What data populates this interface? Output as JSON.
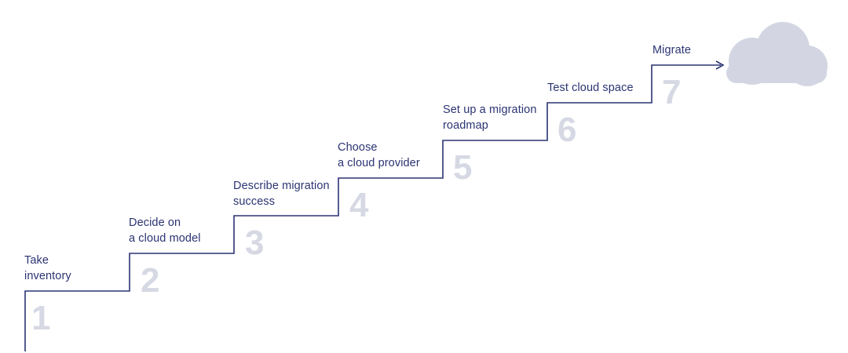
{
  "steps": [
    {
      "number": "1",
      "lines": [
        "Take",
        "inventory"
      ]
    },
    {
      "number": "2",
      "lines": [
        "Decide on",
        "a cloud model"
      ]
    },
    {
      "number": "3",
      "lines": [
        "Describe migration",
        "success"
      ]
    },
    {
      "number": "4",
      "lines": [
        "Choose",
        "a cloud provider"
      ]
    },
    {
      "number": "5",
      "lines": [
        "Set up a migration",
        "roadmap"
      ]
    },
    {
      "number": "6",
      "lines": [
        "Test cloud space"
      ]
    },
    {
      "number": "7",
      "lines": [
        "Migrate"
      ]
    }
  ],
  "colors": {
    "stair_line": "#2b3472",
    "text": "#2b3472",
    "step_number": "#d6d9e4",
    "cloud": "#d3d6e2"
  },
  "icons": {
    "cloud": "cloud-icon",
    "arrow": "arrow-head-icon"
  }
}
